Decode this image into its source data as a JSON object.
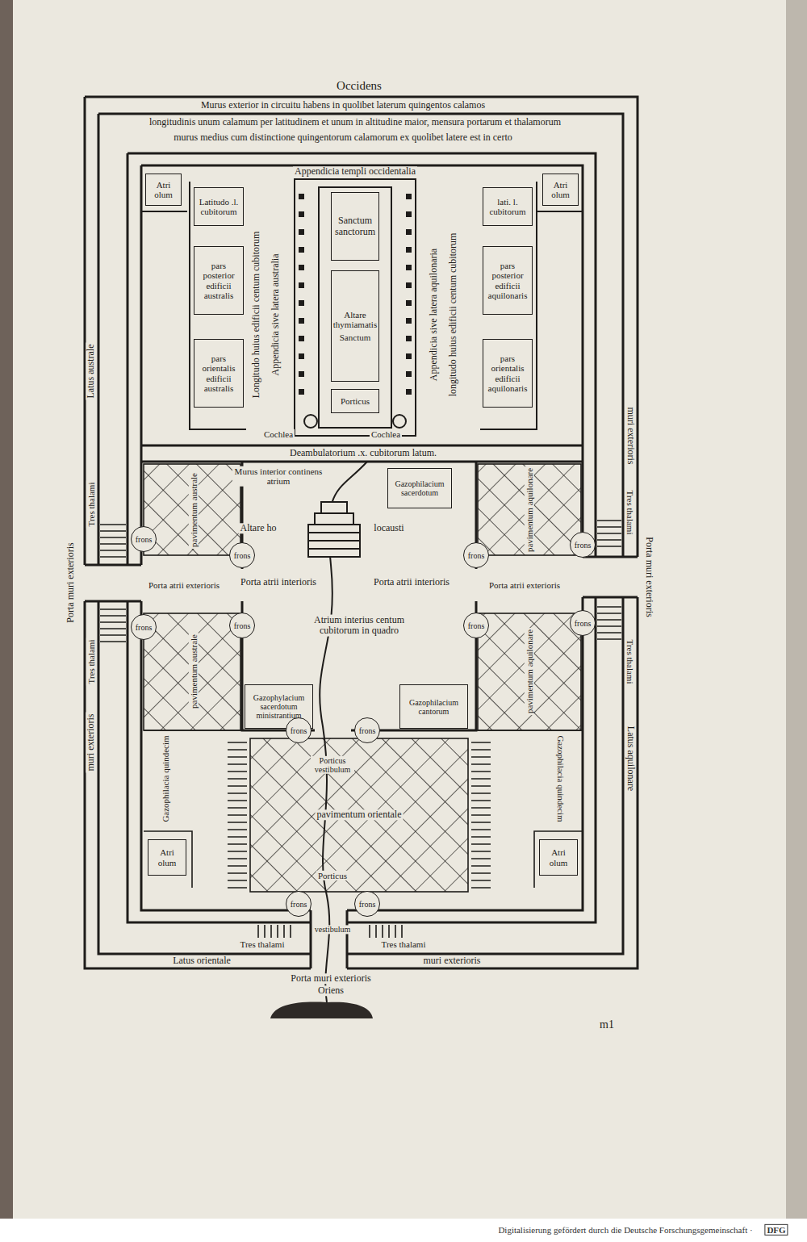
{
  "diagram": {
    "nodes": [
      {
        "text": [
          "Atri olum"
        ]
      },
      {
        "text": [
          "Atri olum"
        ]
      },
      {
        "text": [
          "Latitudo .l. cubitorum"
        ]
      },
      {
        "text": [
          "lati. l. cubitorum"
        ]
      },
      {
        "text": [
          "pars posterior edificii australis"
        ]
      },
      {
        "text": [
          "pars posterior edificii aquilonaris"
        ]
      },
      {
        "text": [
          "pars orientalis edificii australis"
        ]
      },
      {
        "text": [
          "pars orientalis edificii aquilonaris"
        ]
      },
      {
        "text": [
          "Sanctum sanctorum"
        ]
      },
      {
        "text": [
          "Altare thymiamatis",
          "Sanctum"
        ]
      },
      {
        "text": [
          "Porticus"
        ]
      },
      {
        "text": [
          "Gazophilacium sacerdotum"
        ]
      },
      {
        "text": [
          "Gazophylacium sacerdotum ministrantium"
        ]
      },
      {
        "text": [
          "Gazophilacium cantorum"
        ]
      },
      {
        "text": [
          "Atri olum"
        ]
      },
      {
        "text": [
          "Atri olum"
        ]
      },
      {
        "text": [
          "frons"
        ]
      },
      {
        "text": [
          "frons"
        ]
      },
      {
        "text": [
          "frons"
        ]
      },
      {
        "text": [
          "frons"
        ]
      },
      {
        "text": [
          "frons"
        ]
      },
      {
        "text": [
          "frons"
        ]
      },
      {
        "text": [
          "frons"
        ]
      },
      {
        "text": [
          "frons"
        ]
      },
      {
        "text": [
          "frons"
        ]
      },
      {
        "text": [
          "frons"
        ]
      },
      {
        "text": [
          "frons"
        ]
      },
      {
        "text": [
          "frons"
        ]
      }
    ],
    "labels": [
      "Occidens",
      "Murus exterior in circuitu habens in quolibet laterum quingentos calamos",
      "longitudinis unum calamum per latitudinem et unum in altitudine maior, mensura portarum et thalamorum",
      "murus medius cum distinctione quingentorum calamorum ex quolibet latere est in certo",
      "Appendicia templi occidentalia",
      "Longitudo huius edificii centum cubitorum",
      "Appendicia sive latera australia",
      "Appendicia sive latera aquilonaria",
      "longitudo huius edificii centum cubitorum",
      "Cochlea",
      "Cochlea",
      "Deambulatorium .x. cubitorum latum.",
      "Latus australe",
      "Tres thalami",
      "Porta muri exterioris",
      "Tres thalami",
      "muri exterioris",
      "muri exterioris",
      "Tres thalami",
      "Porta muri exterioris",
      "Latus aquilonare",
      "Tres thalami",
      "Murus interior continens atrium",
      "Altare ho",
      "locausti",
      "Porta atrii interioris",
      "Porta atrii interioris",
      "Atrium interius centum cubitorum in quadro",
      "Porta atrii exterioris",
      "Porta atrii exterioris",
      "Porticus vestibulum",
      "Porticus",
      "vestibulum",
      "Tres thalami",
      "Tres thalami",
      "Latus orientale",
      "muri exterioris",
      "Porta muri exterioris",
      "Oriens",
      "pavimentum australe",
      "pavimentum australe",
      "pavimentum aquilonare",
      "pavimentum aquilonare",
      "pavimentum orientale",
      "Gazophilacia quindecim",
      "Gazophilacia quindecim",
      "m1",
      "Digitalisierung gefördert durch die Deutsche Forschungsgemeinschaft ·",
      "DFG"
    ]
  }
}
